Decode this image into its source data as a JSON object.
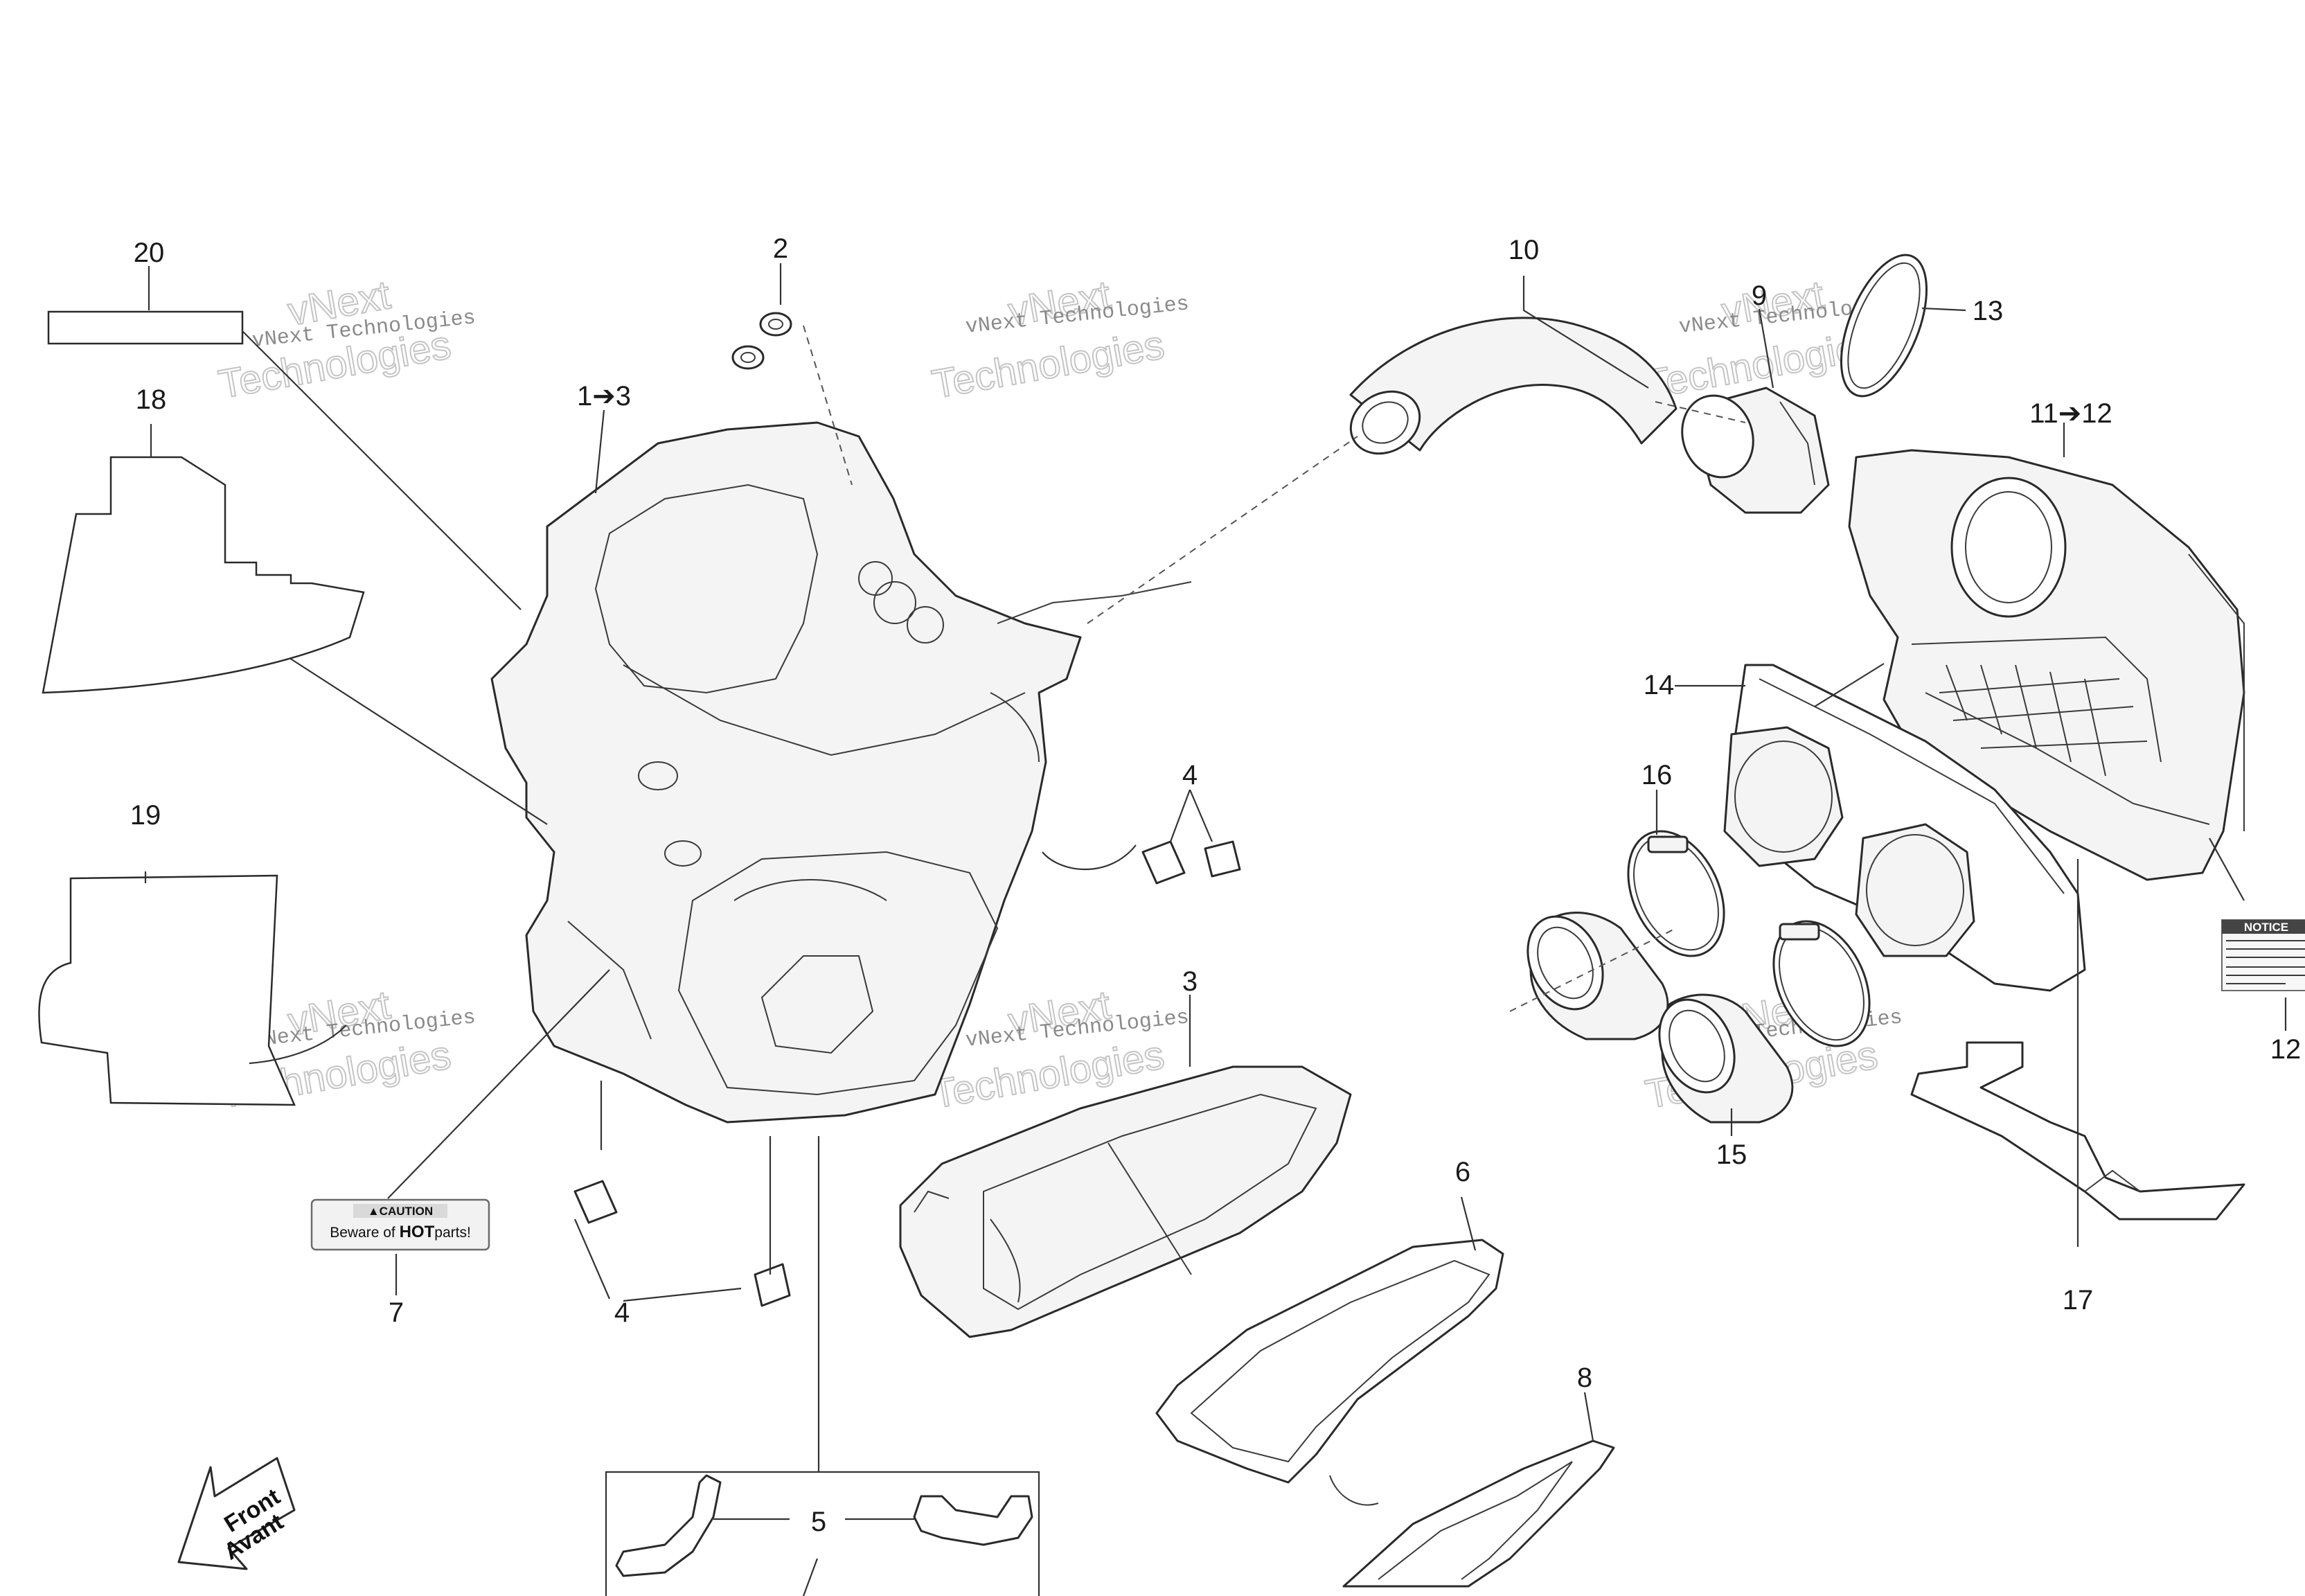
{
  "callouts": {
    "c20": "20",
    "c2": "2",
    "c1_3": "1➔3",
    "c10": "10",
    "c9": "9",
    "c13": "13",
    "c11_12": "11➔12",
    "c18": "18",
    "c14": "14",
    "c16": "16",
    "c4a": "4",
    "c19": "19",
    "c3": "3",
    "c12": "12",
    "c15": "15",
    "c6": "6",
    "c7": "7",
    "c4b": "4",
    "c17": "17",
    "c8": "8",
    "c5": "5"
  },
  "watermark": {
    "company": "vNext Technologies",
    "line1": "vNext",
    "line2": "Technologies"
  },
  "caution_decal": {
    "heading": "▲CAUTION",
    "text_prefix": "Beware of ",
    "text_bold": "HOT",
    "text_suffix": "parts!"
  },
  "notice_decal": {
    "heading": "NOTICE"
  },
  "front_arrow": {
    "line1": "Front",
    "line2": "Avant"
  }
}
